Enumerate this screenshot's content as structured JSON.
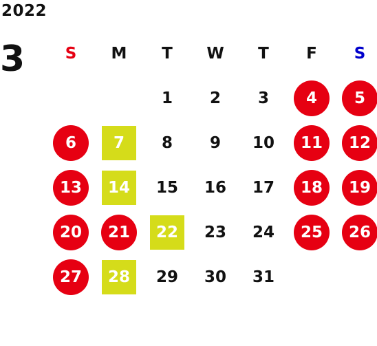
{
  "calendar": {
    "year": "2022",
    "month": "3",
    "weekdays": [
      {
        "label": "S",
        "color": "#e60012"
      },
      {
        "label": "M",
        "color": "#111111"
      },
      {
        "label": "T",
        "color": "#111111"
      },
      {
        "label": "W",
        "color": "#111111"
      },
      {
        "label": "T",
        "color": "#111111"
      },
      {
        "label": "F",
        "color": "#111111"
      },
      {
        "label": "S",
        "color": "#0000cc"
      }
    ],
    "first_weekday": 2,
    "colors": {
      "holiday_circle": "#e60012",
      "highlight_square": "#d5dc1a",
      "text": "#111111"
    },
    "days": [
      {
        "day": "1"
      },
      {
        "day": "2"
      },
      {
        "day": "3"
      },
      {
        "day": "4",
        "mark": "circle"
      },
      {
        "day": "5",
        "mark": "circle"
      },
      {
        "day": "6",
        "mark": "circle"
      },
      {
        "day": "7",
        "mark": "square"
      },
      {
        "day": "8"
      },
      {
        "day": "9"
      },
      {
        "day": "10"
      },
      {
        "day": "11",
        "mark": "circle"
      },
      {
        "day": "12",
        "mark": "circle"
      },
      {
        "day": "13",
        "mark": "circle"
      },
      {
        "day": "14",
        "mark": "square"
      },
      {
        "day": "15"
      },
      {
        "day": "16"
      },
      {
        "day": "17"
      },
      {
        "day": "18",
        "mark": "circle"
      },
      {
        "day": "19",
        "mark": "circle"
      },
      {
        "day": "20",
        "mark": "circle"
      },
      {
        "day": "21",
        "mark": "circle"
      },
      {
        "day": "22",
        "mark": "square"
      },
      {
        "day": "23"
      },
      {
        "day": "24"
      },
      {
        "day": "25",
        "mark": "circle"
      },
      {
        "day": "26",
        "mark": "circle"
      },
      {
        "day": "27",
        "mark": "circle"
      },
      {
        "day": "28",
        "mark": "square"
      },
      {
        "day": "29"
      },
      {
        "day": "30"
      },
      {
        "day": "31"
      }
    ]
  }
}
